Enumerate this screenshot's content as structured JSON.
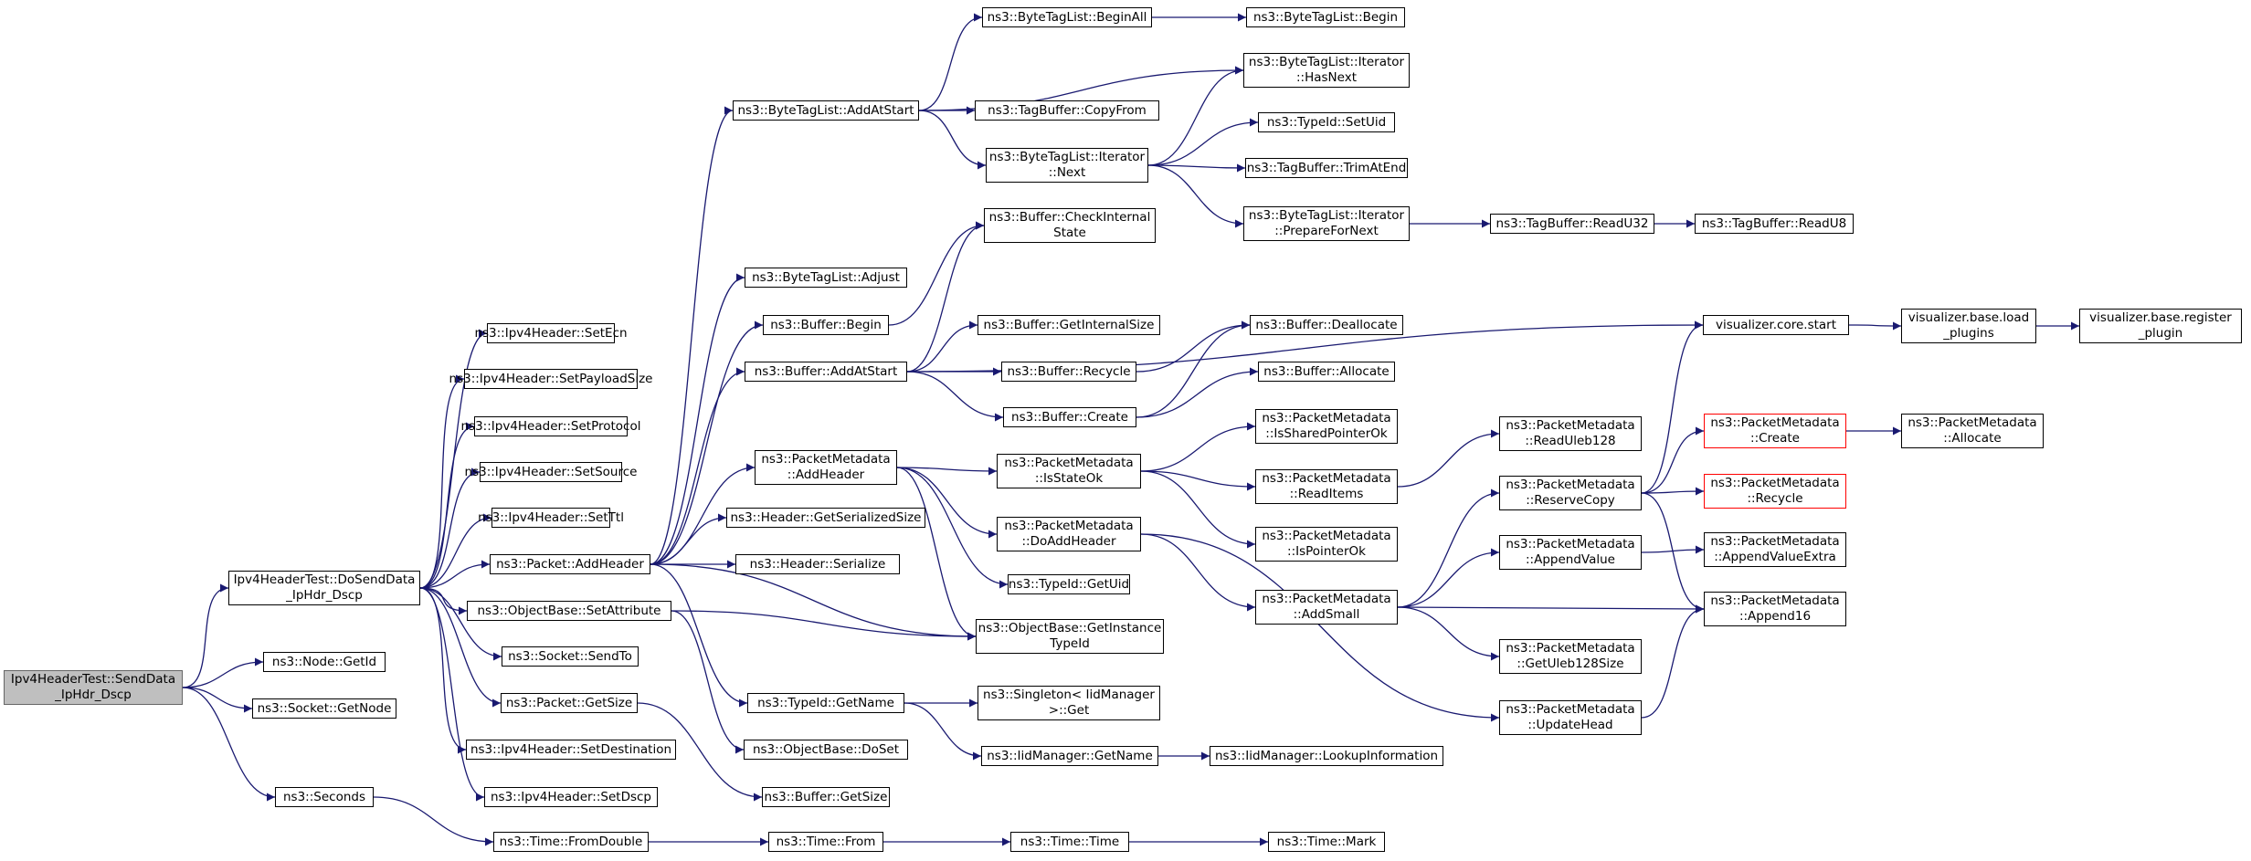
{
  "nodes": [
    {
      "id": "send",
      "lines": [
        "Ipv4HeaderTest::SendData",
        "_IpHdr_Dscp"
      ],
      "root": true
    },
    {
      "id": "dosend",
      "lines": [
        "Ipv4HeaderTest::DoSendData",
        "_IpHdr_Dscp"
      ]
    },
    {
      "id": "getid",
      "lines": [
        "ns3::Node::GetId"
      ]
    },
    {
      "id": "getnode",
      "lines": [
        "ns3::Socket::GetNode"
      ]
    },
    {
      "id": "seconds",
      "lines": [
        "ns3::Seconds"
      ]
    },
    {
      "id": "setecn",
      "lines": [
        "ns3::Ipv4Header::SetEcn"
      ]
    },
    {
      "id": "setpayload",
      "lines": [
        "ns3::Ipv4Header::SetPayloadSize"
      ]
    },
    {
      "id": "setprotocol",
      "lines": [
        "ns3::Ipv4Header::SetProtocol"
      ]
    },
    {
      "id": "setsource",
      "lines": [
        "ns3::Ipv4Header::SetSource"
      ]
    },
    {
      "id": "setttl",
      "lines": [
        "ns3::Ipv4Header::SetTtl"
      ]
    },
    {
      "id": "addheader",
      "lines": [
        "ns3::Packet::AddHeader"
      ]
    },
    {
      "id": "setattr",
      "lines": [
        "ns3::ObjectBase::SetAttribute"
      ]
    },
    {
      "id": "sendto",
      "lines": [
        "ns3::Socket::SendTo"
      ]
    },
    {
      "id": "pgetsize",
      "lines": [
        "ns3::Packet::GetSize"
      ]
    },
    {
      "id": "setdest",
      "lines": [
        "ns3::Ipv4Header::SetDestination"
      ]
    },
    {
      "id": "setdscp",
      "lines": [
        "ns3::Ipv4Header::SetDscp"
      ]
    },
    {
      "id": "fromdouble",
      "lines": [
        "ns3::Time::FromDouble"
      ]
    },
    {
      "id": "btl_addatstart",
      "lines": [
        "ns3::ByteTagList::AddAtStart"
      ]
    },
    {
      "id": "btl_adjust",
      "lines": [
        "ns3::ByteTagList::Adjust"
      ]
    },
    {
      "id": "buf_begin",
      "lines": [
        "ns3::Buffer::Begin"
      ]
    },
    {
      "id": "buf_addatstart",
      "lines": [
        "ns3::Buffer::AddAtStart"
      ]
    },
    {
      "id": "pm_addheader",
      "lines": [
        "ns3::PacketMetadata",
        "::AddHeader"
      ]
    },
    {
      "id": "hdr_getser",
      "lines": [
        "ns3::Header::GetSerializedSize"
      ]
    },
    {
      "id": "hdr_ser",
      "lines": [
        "ns3::Header::Serialize"
      ]
    },
    {
      "id": "tid_getname",
      "lines": [
        "ns3::TypeId::GetName"
      ]
    },
    {
      "id": "ob_doset",
      "lines": [
        "ns3::ObjectBase::DoSet"
      ]
    },
    {
      "id": "buf_getsize",
      "lines": [
        "ns3::Buffer::GetSize"
      ]
    },
    {
      "id": "time_from",
      "lines": [
        "ns3::Time::From"
      ]
    },
    {
      "id": "btl_beginall",
      "lines": [
        "ns3::ByteTagList::BeginAll"
      ]
    },
    {
      "id": "tb_copyfrom",
      "lines": [
        "ns3::TagBuffer::CopyFrom"
      ]
    },
    {
      "id": "btli_next",
      "lines": [
        "ns3::ByteTagList::Iterator",
        "::Next"
      ]
    },
    {
      "id": "buf_checkint",
      "lines": [
        "ns3::Buffer::CheckInternal",
        "State"
      ]
    },
    {
      "id": "buf_getint",
      "lines": [
        "ns3::Buffer::GetInternalSize"
      ]
    },
    {
      "id": "buf_recycle",
      "lines": [
        "ns3::Buffer::Recycle"
      ]
    },
    {
      "id": "buf_create",
      "lines": [
        "ns3::Buffer::Create"
      ]
    },
    {
      "id": "pm_isstateok",
      "lines": [
        "ns3::PacketMetadata",
        "::IsStateOk"
      ]
    },
    {
      "id": "pm_doaddheader",
      "lines": [
        "ns3::PacketMetadata",
        "::DoAddHeader"
      ]
    },
    {
      "id": "tid_getuid",
      "lines": [
        "ns3::TypeId::GetUid"
      ]
    },
    {
      "id": "ob_getinst",
      "lines": [
        "ns3::ObjectBase::GetInstance",
        "TypeId"
      ]
    },
    {
      "id": "singleton_get",
      "lines": [
        "ns3::Singleton< IidManager",
        " >::Get"
      ]
    },
    {
      "id": "iid_getname",
      "lines": [
        "ns3::IidManager::GetName"
      ]
    },
    {
      "id": "time_time",
      "lines": [
        "ns3::Time::Time"
      ]
    },
    {
      "id": "btl_begin",
      "lines": [
        "ns3::ByteTagList::Begin"
      ]
    },
    {
      "id": "btli_hasnext",
      "lines": [
        "ns3::ByteTagList::Iterator",
        "::HasNext"
      ]
    },
    {
      "id": "tid_setuid",
      "lines": [
        "ns3::TypeId::SetUid"
      ]
    },
    {
      "id": "tb_trimatend",
      "lines": [
        "ns3::TagBuffer::TrimAtEnd"
      ]
    },
    {
      "id": "btli_prepare",
      "lines": [
        "ns3::ByteTagList::Iterator",
        "::PrepareForNext"
      ]
    },
    {
      "id": "buf_dealloc",
      "lines": [
        "ns3::Buffer::Deallocate"
      ]
    },
    {
      "id": "buf_alloc",
      "lines": [
        "ns3::Buffer::Allocate"
      ]
    },
    {
      "id": "pm_issharedptr",
      "lines": [
        "ns3::PacketMetadata",
        "::IsSharedPointerOk"
      ]
    },
    {
      "id": "pm_readitems",
      "lines": [
        "ns3::PacketMetadata",
        "::ReadItems"
      ]
    },
    {
      "id": "pm_isptrok",
      "lines": [
        "ns3::PacketMetadata",
        "::IsPointerOk"
      ]
    },
    {
      "id": "pm_addsmall",
      "lines": [
        "ns3::PacketMetadata",
        "::AddSmall"
      ]
    },
    {
      "id": "iid_lookup",
      "lines": [
        "ns3::IidManager::LookupInformation"
      ]
    },
    {
      "id": "time_mark",
      "lines": [
        "ns3::Time::Mark"
      ]
    },
    {
      "id": "tb_readu32",
      "lines": [
        "ns3::TagBuffer::ReadU32"
      ]
    },
    {
      "id": "tb_readu8",
      "lines": [
        "ns3::TagBuffer::ReadU8"
      ]
    },
    {
      "id": "vis_start",
      "lines": [
        "visualizer.core.start"
      ]
    },
    {
      "id": "vis_load",
      "lines": [
        "visualizer.base.load",
        "_plugins"
      ]
    },
    {
      "id": "vis_register",
      "lines": [
        "visualizer.base.register",
        "_plugin"
      ]
    },
    {
      "id": "pm_readuleb",
      "lines": [
        "ns3::PacketMetadata",
        "::ReadUleb128"
      ]
    },
    {
      "id": "pm_reservecopy",
      "lines": [
        "ns3::PacketMetadata",
        "::ReserveCopy"
      ]
    },
    {
      "id": "pm_appendvalue",
      "lines": [
        "ns3::PacketMetadata",
        "::AppendValue"
      ]
    },
    {
      "id": "pm_getuleb",
      "lines": [
        "ns3::PacketMetadata",
        "::GetUleb128Size"
      ]
    },
    {
      "id": "pm_updatehead",
      "lines": [
        "ns3::PacketMetadata",
        "::UpdateHead"
      ]
    },
    {
      "id": "pm_create",
      "lines": [
        "ns3::PacketMetadata",
        "::Create"
      ],
      "red": true
    },
    {
      "id": "pm_recycle",
      "lines": [
        "ns3::PacketMetadata",
        "::Recycle"
      ],
      "red": true
    },
    {
      "id": "pm_appendvalueextra",
      "lines": [
        "ns3::PacketMetadata",
        "::AppendValueExtra"
      ]
    },
    {
      "id": "pm_append16",
      "lines": [
        "ns3::PacketMetadata",
        "::Append16"
      ]
    },
    {
      "id": "pm_allocate",
      "lines": [
        "ns3::PacketMetadata",
        "::Allocate"
      ]
    }
  ],
  "edges": [
    [
      "send",
      "dosend"
    ],
    [
      "send",
      "getid"
    ],
    [
      "send",
      "getnode"
    ],
    [
      "send",
      "seconds"
    ],
    [
      "dosend",
      "setecn"
    ],
    [
      "dosend",
      "setpayload"
    ],
    [
      "dosend",
      "setprotocol"
    ],
    [
      "dosend",
      "setsource"
    ],
    [
      "dosend",
      "setttl"
    ],
    [
      "dosend",
      "addheader"
    ],
    [
      "dosend",
      "setattr"
    ],
    [
      "dosend",
      "sendto"
    ],
    [
      "dosend",
      "pgetsize"
    ],
    [
      "dosend",
      "setdest"
    ],
    [
      "dosend",
      "setdscp"
    ],
    [
      "seconds",
      "fromdouble"
    ],
    [
      "addheader",
      "btl_addatstart"
    ],
    [
      "addheader",
      "btl_adjust"
    ],
    [
      "addheader",
      "buf_begin"
    ],
    [
      "addheader",
      "buf_addatstart"
    ],
    [
      "addheader",
      "pm_addheader"
    ],
    [
      "addheader",
      "hdr_getser"
    ],
    [
      "addheader",
      "hdr_ser"
    ],
    [
      "addheader",
      "tid_getname"
    ],
    [
      "addheader",
      "ob_getinst"
    ],
    [
      "setattr",
      "ob_getinst"
    ],
    [
      "setattr",
      "ob_doset"
    ],
    [
      "pgetsize",
      "buf_getsize"
    ],
    [
      "fromdouble",
      "time_from"
    ],
    [
      "btl_addatstart",
      "btl_beginall"
    ],
    [
      "btl_addatstart",
      "btli_hasnext"
    ],
    [
      "btl_addatstart",
      "tb_copyfrom"
    ],
    [
      "btl_addatstart",
      "btli_next"
    ],
    [
      "buf_begin",
      "buf_checkint"
    ],
    [
      "buf_addatstart",
      "buf_checkint"
    ],
    [
      "buf_addatstart",
      "buf_getint"
    ],
    [
      "buf_addatstart",
      "buf_recycle"
    ],
    [
      "buf_addatstart",
      "buf_create"
    ],
    [
      "buf_addatstart",
      "vis_start"
    ],
    [
      "pm_addheader",
      "pm_isstateok"
    ],
    [
      "pm_addheader",
      "pm_doaddheader"
    ],
    [
      "pm_addheader",
      "tid_getuid"
    ],
    [
      "pm_addheader",
      "ob_getinst"
    ],
    [
      "tid_getname",
      "singleton_get"
    ],
    [
      "tid_getname",
      "iid_getname"
    ],
    [
      "time_from",
      "time_time"
    ],
    [
      "btl_beginall",
      "btl_begin"
    ],
    [
      "btli_next",
      "btli_hasnext"
    ],
    [
      "btli_next",
      "tid_setuid"
    ],
    [
      "btli_next",
      "tb_trimatend"
    ],
    [
      "btli_next",
      "btli_prepare"
    ],
    [
      "buf_recycle",
      "buf_dealloc"
    ],
    [
      "buf_create",
      "buf_dealloc"
    ],
    [
      "buf_create",
      "buf_alloc"
    ],
    [
      "pm_isstateok",
      "pm_issharedptr"
    ],
    [
      "pm_isstateok",
      "pm_readitems"
    ],
    [
      "pm_isstateok",
      "pm_isptrok"
    ],
    [
      "pm_doaddheader",
      "pm_addsmall"
    ],
    [
      "pm_doaddheader",
      "pm_updatehead"
    ],
    [
      "iid_getname",
      "iid_lookup"
    ],
    [
      "time_time",
      "time_mark"
    ],
    [
      "btli_prepare",
      "tb_readu32"
    ],
    [
      "tb_readu32",
      "tb_readu8"
    ],
    [
      "vis_start",
      "vis_load"
    ],
    [
      "vis_load",
      "vis_register"
    ],
    [
      "pm_readitems",
      "pm_readuleb"
    ],
    [
      "pm_addsmall",
      "pm_reservecopy"
    ],
    [
      "pm_addsmall",
      "pm_appendvalue"
    ],
    [
      "pm_addsmall",
      "pm_append16"
    ],
    [
      "pm_addsmall",
      "pm_getuleb"
    ],
    [
      "pm_updatehead",
      "pm_append16"
    ],
    [
      "pm_reservecopy",
      "vis_start"
    ],
    [
      "pm_reservecopy",
      "pm_create"
    ],
    [
      "pm_reservecopy",
      "pm_recycle"
    ],
    [
      "pm_reservecopy",
      "pm_append16"
    ],
    [
      "pm_appendvalue",
      "pm_appendvalueextra"
    ],
    [
      "pm_create",
      "pm_allocate"
    ]
  ],
  "colors": {
    "edge": "#191970",
    "node_border": "#000000",
    "root_fill": "#bfbfbf",
    "red_border": "#ff0000"
  }
}
